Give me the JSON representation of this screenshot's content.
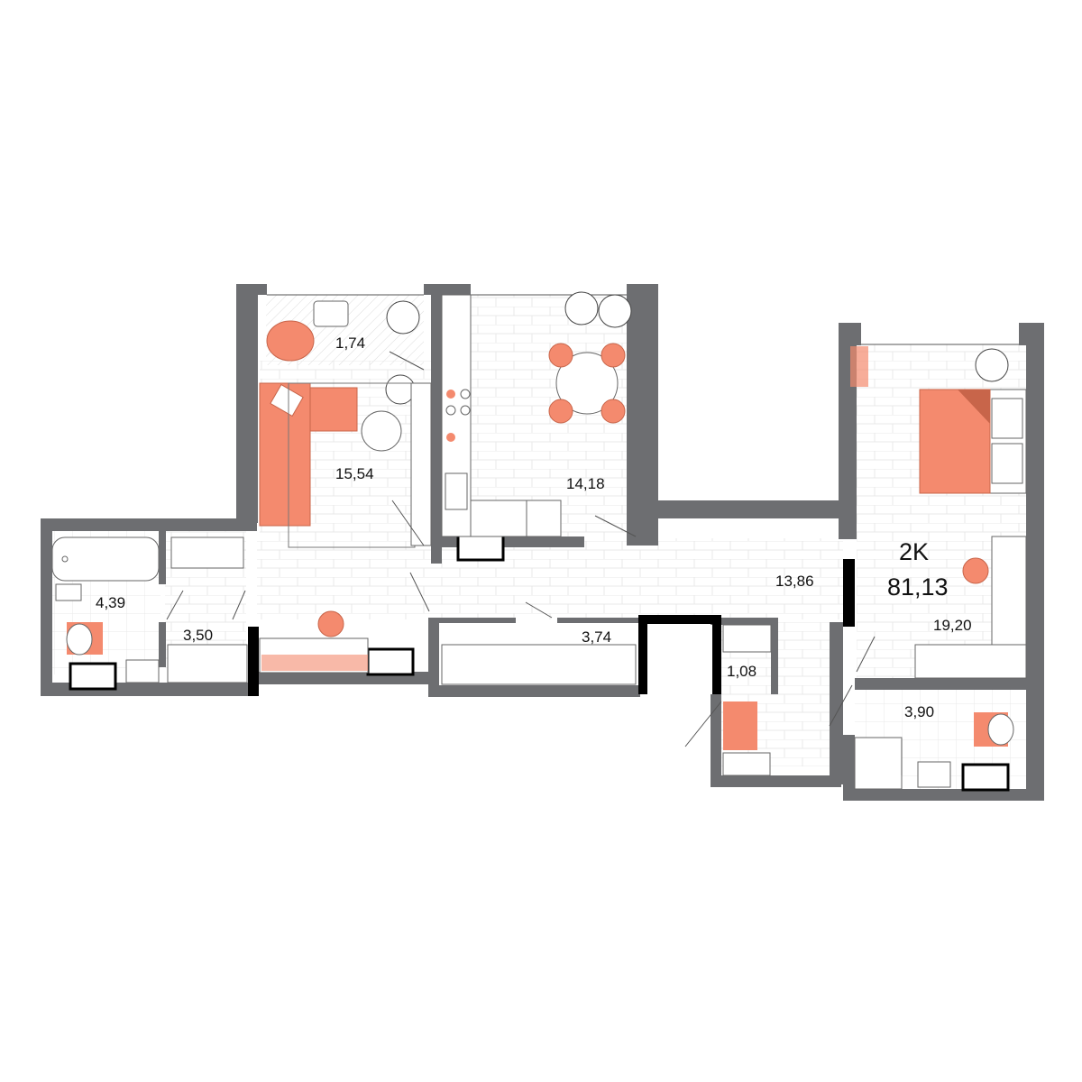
{
  "plan": {
    "apartment_type": "2K",
    "total_area": "81,13",
    "colors": {
      "wall": "#6d6e71",
      "accent": "#f48a6e",
      "accent_dark": "#c8654a",
      "partition": "#000000",
      "tile_line": "#e6e6e6",
      "background": "#ffffff"
    },
    "rooms": [
      {
        "id": "balcony",
        "area": "1,74"
      },
      {
        "id": "living-room",
        "area": "15,54"
      },
      {
        "id": "kitchen",
        "area": "14,18"
      },
      {
        "id": "corridor",
        "area": "13,86"
      },
      {
        "id": "bedroom",
        "area": "19,20"
      },
      {
        "id": "bathroom",
        "area": "4,39"
      },
      {
        "id": "hall",
        "area": "3,50"
      },
      {
        "id": "closet",
        "area": "3,74"
      },
      {
        "id": "storage",
        "area": "1,08"
      },
      {
        "id": "shower-room",
        "area": "3,90"
      }
    ]
  }
}
